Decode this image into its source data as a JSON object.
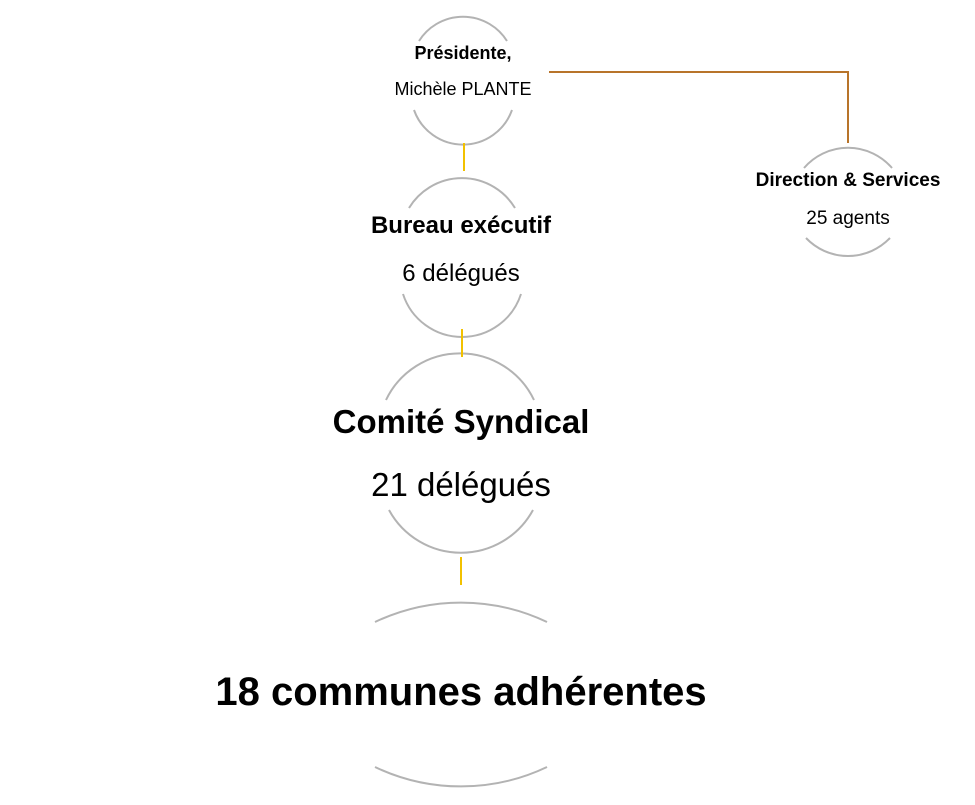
{
  "nodes": {
    "presidente": {
      "title": "Présidente,",
      "subtitle": "Michèle PLANTE"
    },
    "bureau": {
      "title": "Bureau exécutif",
      "subtitle": "6 délégués"
    },
    "comite": {
      "title": "Comité Syndical",
      "subtitle": "21 délégués"
    },
    "communes": {
      "title": "18 communes adhérentes"
    },
    "direction": {
      "title": "Direction & Services",
      "subtitle": "25 agents"
    }
  },
  "colors": {
    "arc": "#b3b3b3",
    "vertical_connector": "#f2c100",
    "side_connector": "#b8742a",
    "text": "#000000"
  }
}
